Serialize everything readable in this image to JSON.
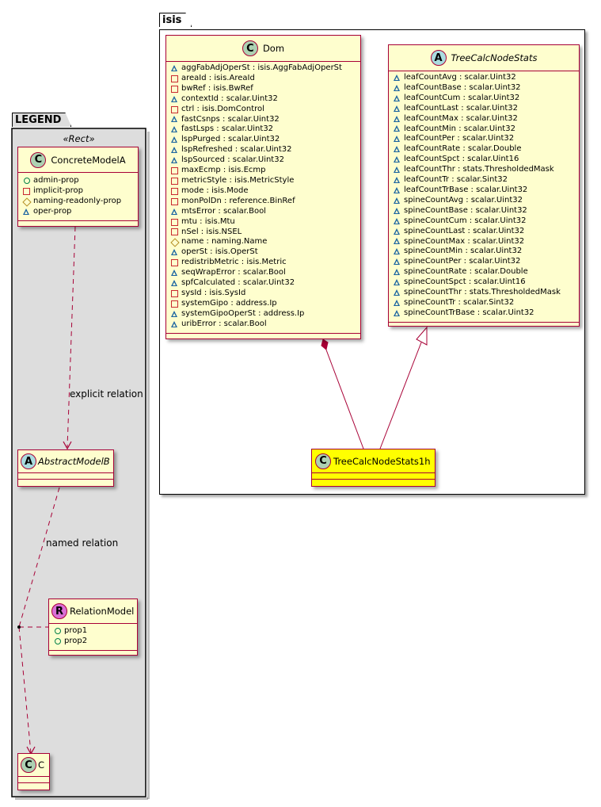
{
  "packages": {
    "isis": {
      "label": "isis"
    },
    "legend": {
      "label": "LEGEND",
      "stereotype": "«Rect»"
    }
  },
  "colors": {
    "border": "#a80036",
    "class_fill": "#fefece",
    "highlight_fill": "#ffff00",
    "legend_fill": "#dddddd",
    "spot_class": "#add1b2",
    "spot_abstract": "#a9dcdf",
    "spot_relation": "#da70d6"
  },
  "classes": {
    "dom": {
      "spot": "C",
      "name": "Dom",
      "attributes": [
        {
          "vis": "package",
          "text": "aggFabAdjOperSt : isis.AggFabAdjOperSt"
        },
        {
          "vis": "private",
          "text": "areaId : isis.AreaId"
        },
        {
          "vis": "private",
          "text": "bwRef : isis.BwRef"
        },
        {
          "vis": "package",
          "text": "contextId : scalar.Uint32"
        },
        {
          "vis": "private",
          "text": "ctrl : isis.DomControl"
        },
        {
          "vis": "package",
          "text": "fastCsnps : scalar.Uint32"
        },
        {
          "vis": "package",
          "text": "fastLsps : scalar.Uint32"
        },
        {
          "vis": "package",
          "text": "lspPurged : scalar.Uint32"
        },
        {
          "vis": "package",
          "text": "lspRefreshed : scalar.Uint32"
        },
        {
          "vis": "package",
          "text": "lspSourced : scalar.Uint32"
        },
        {
          "vis": "private",
          "text": "maxEcmp : isis.Ecmp"
        },
        {
          "vis": "private",
          "text": "metricStyle : isis.MetricStyle"
        },
        {
          "vis": "private",
          "text": "mode : isis.Mode"
        },
        {
          "vis": "private",
          "text": "monPolDn : reference.BinRef"
        },
        {
          "vis": "package",
          "text": "mtsError : scalar.Bool"
        },
        {
          "vis": "private",
          "text": "mtu : isis.Mtu"
        },
        {
          "vis": "private",
          "text": "nSel : isis.NSEL"
        },
        {
          "vis": "protected",
          "text": "name : naming.Name"
        },
        {
          "vis": "package",
          "text": "operSt : isis.OperSt"
        },
        {
          "vis": "private",
          "text": "redistribMetric : isis.Metric"
        },
        {
          "vis": "package",
          "text": "seqWrapError : scalar.Bool"
        },
        {
          "vis": "package",
          "text": "spfCalculated : scalar.Uint32"
        },
        {
          "vis": "private",
          "text": "sysId : isis.SysId"
        },
        {
          "vis": "private",
          "text": "systemGipo : address.Ip"
        },
        {
          "vis": "package",
          "text": "systemGipoOperSt : address.Ip"
        },
        {
          "vis": "package",
          "text": "uribError : scalar.Bool"
        }
      ]
    },
    "treeCalcNodeStats": {
      "spot": "A",
      "name": "TreeCalcNodeStats",
      "abstract": true,
      "attributes": [
        {
          "vis": "package",
          "text": "leafCountAvg : scalar.Uint32"
        },
        {
          "vis": "package",
          "text": "leafCountBase : scalar.Uint32"
        },
        {
          "vis": "package",
          "text": "leafCountCum : scalar.Uint32"
        },
        {
          "vis": "package",
          "text": "leafCountLast : scalar.Uint32"
        },
        {
          "vis": "package",
          "text": "leafCountMax : scalar.Uint32"
        },
        {
          "vis": "package",
          "text": "leafCountMin : scalar.Uint32"
        },
        {
          "vis": "package",
          "text": "leafCountPer : scalar.Uint32"
        },
        {
          "vis": "package",
          "text": "leafCountRate : scalar.Double"
        },
        {
          "vis": "package",
          "text": "leafCountSpct : scalar.Uint16"
        },
        {
          "vis": "package",
          "text": "leafCountThr : stats.ThresholdedMask"
        },
        {
          "vis": "package",
          "text": "leafCountTr : scalar.Sint32"
        },
        {
          "vis": "package",
          "text": "leafCountTrBase : scalar.Uint32"
        },
        {
          "vis": "package",
          "text": "spineCountAvg : scalar.Uint32"
        },
        {
          "vis": "package",
          "text": "spineCountBase : scalar.Uint32"
        },
        {
          "vis": "package",
          "text": "spineCountCum : scalar.Uint32"
        },
        {
          "vis": "package",
          "text": "spineCountLast : scalar.Uint32"
        },
        {
          "vis": "package",
          "text": "spineCountMax : scalar.Uint32"
        },
        {
          "vis": "package",
          "text": "spineCountMin : scalar.Uint32"
        },
        {
          "vis": "package",
          "text": "spineCountPer : scalar.Uint32"
        },
        {
          "vis": "package",
          "text": "spineCountRate : scalar.Double"
        },
        {
          "vis": "package",
          "text": "spineCountSpct : scalar.Uint16"
        },
        {
          "vis": "package",
          "text": "spineCountThr : stats.ThresholdedMask"
        },
        {
          "vis": "package",
          "text": "spineCountTr : scalar.Sint32"
        },
        {
          "vis": "package",
          "text": "spineCountTrBase : scalar.Uint32"
        }
      ]
    },
    "treeCalcNodeStats1h": {
      "spot": "C",
      "name": "TreeCalcNodeStats1h"
    },
    "concreteModelA": {
      "spot": "C",
      "name": "ConcreteModelA",
      "attributes": [
        {
          "vis": "public",
          "text": "admin-prop"
        },
        {
          "vis": "private",
          "text": "implicit-prop"
        },
        {
          "vis": "protected",
          "text": "naming-readonly-prop"
        },
        {
          "vis": "package",
          "text": "oper-prop"
        }
      ]
    },
    "abstractModelB": {
      "spot": "A",
      "name": "AbstractModelB",
      "abstract": true
    },
    "relationModel": {
      "spot": "R",
      "name": "RelationModel",
      "attributes": [
        {
          "vis": "public",
          "text": "prop1"
        },
        {
          "vis": "public",
          "text": "prop2"
        }
      ]
    },
    "c": {
      "spot": "C",
      "name": "C"
    }
  },
  "relations": {
    "explicit": {
      "label": "explicit relation"
    },
    "named": {
      "label": "named relation"
    }
  }
}
